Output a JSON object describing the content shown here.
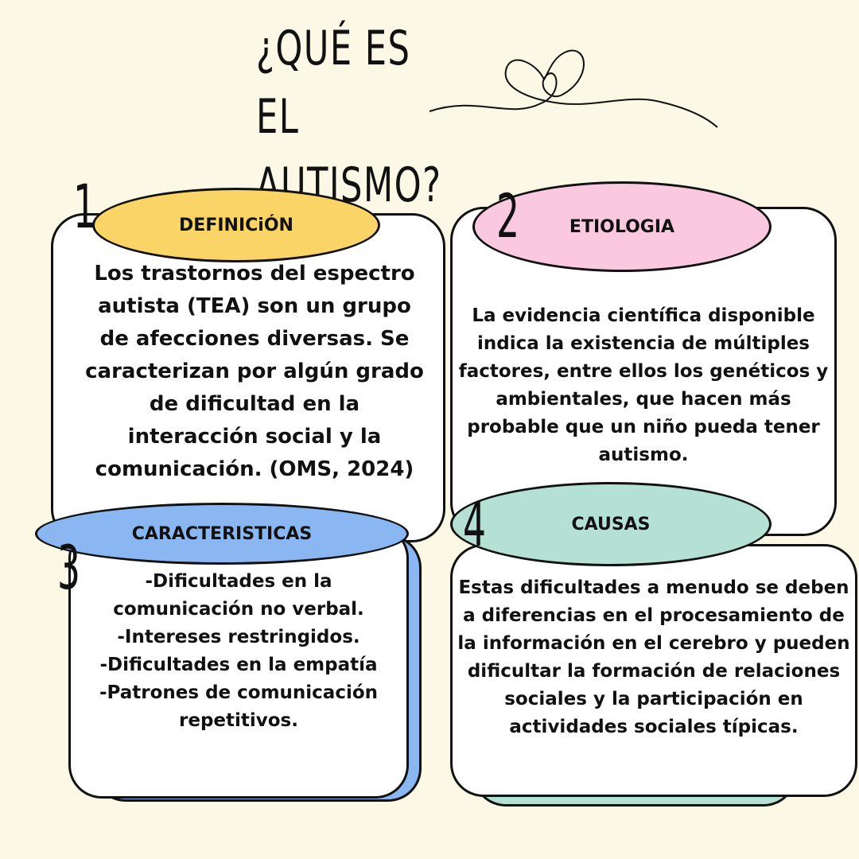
{
  "title": {
    "line1": "¿QUÉ ES EL",
    "line2": "AUTISMO?"
  },
  "sections": [
    {
      "number": "1",
      "heading": "DEFINICiÓN",
      "color": "#fad466",
      "text": "Los trastornos del espectro autista (TEA) son un grupo de afecciones diversas. Se caracterizan por algún grado de dificultad en la interacción social y la comunicación. (OMS, 2024)"
    },
    {
      "number": "2",
      "heading": "ETIOLOGIA",
      "color": "#fbc9df",
      "text": "La evidencia científica disponible indica la existencia de múltiples factores, entre ellos los genéticos y ambientales, que hacen más probable que un niño pueda tener autismo."
    },
    {
      "number": "3",
      "heading": "CARACTERISTICAS",
      "color": "#8ab6f2",
      "items": [
        "-Dificultades en la comunicación no verbal.",
        "-Intereses restringidos.",
        "-Dificultades en la empatía",
        "-Patrones de comunicación repetitivos."
      ]
    },
    {
      "number": "4",
      "heading": "CAUSAS",
      "color": "#b5e1d4",
      "text": "Estas dificultades a menudo se deben a diferencias en el procesamiento de la información en el cerebro y pueden dificultar la formación de relaciones sociales y la participación en actividades sociales típicas."
    }
  ],
  "colors": {
    "background": "#fbf9e6",
    "outline": "#111111"
  }
}
